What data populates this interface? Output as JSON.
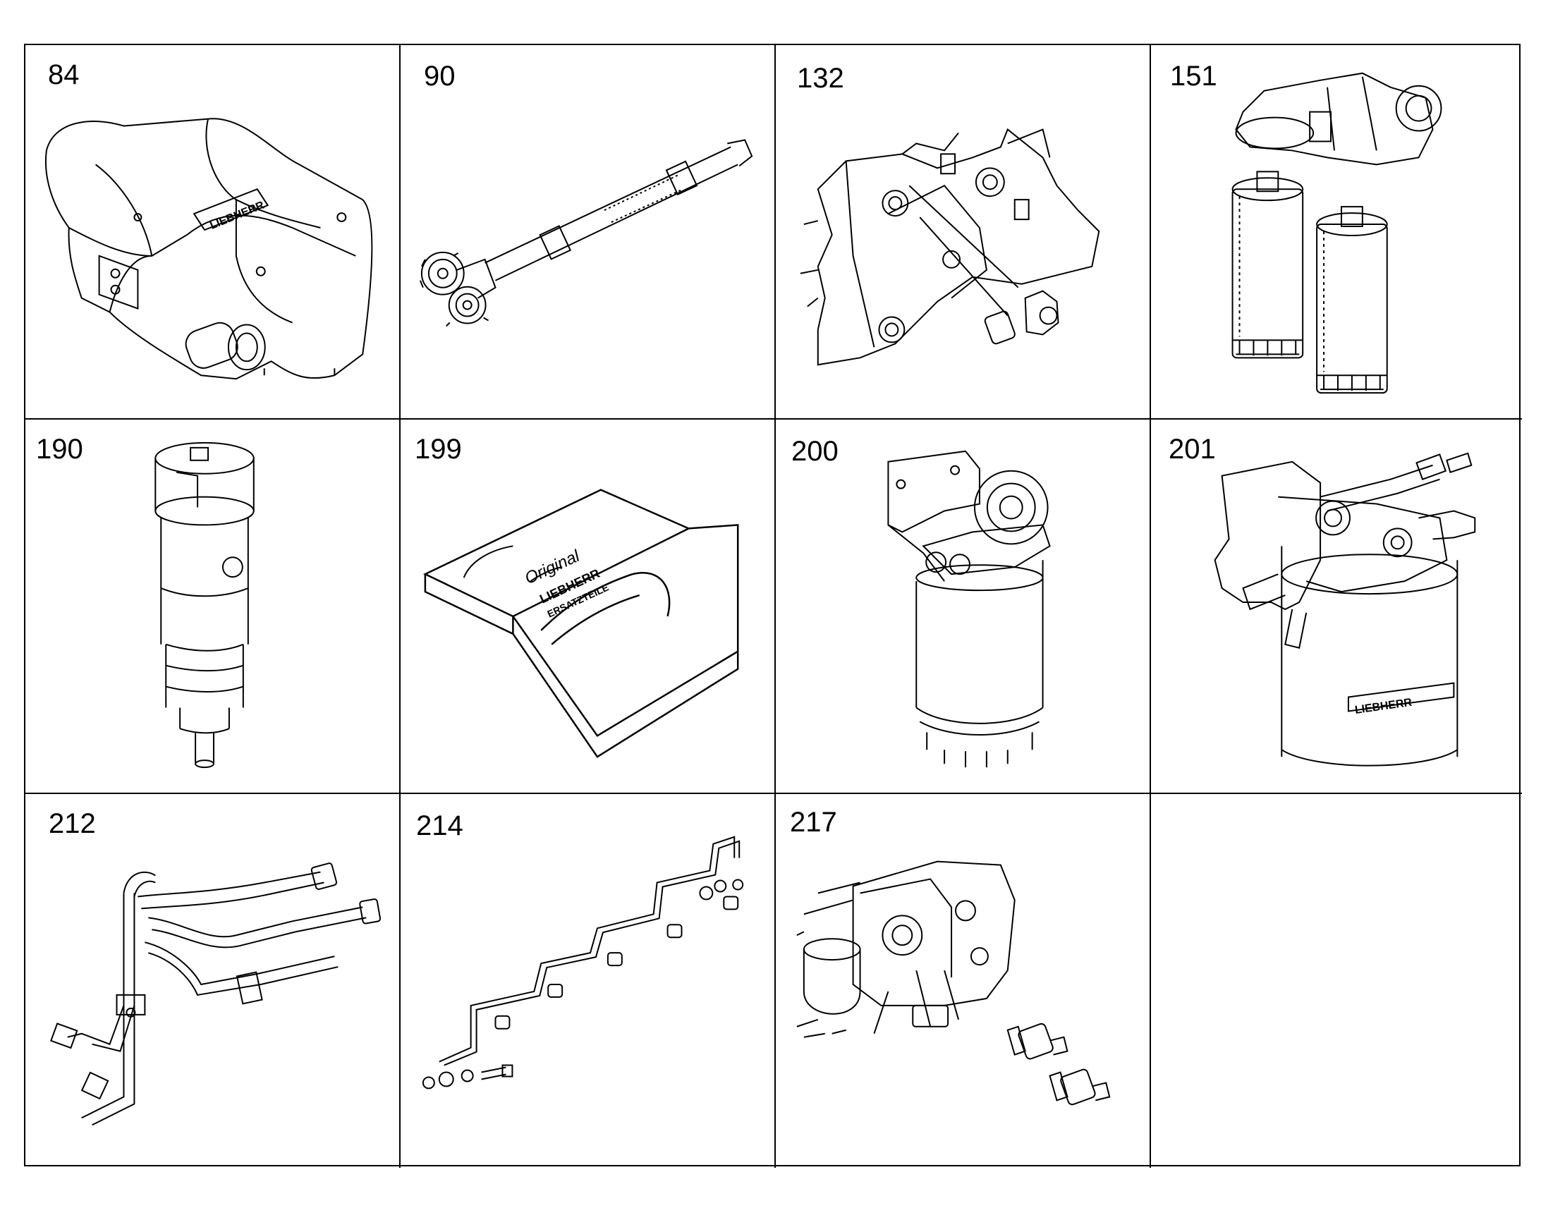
{
  "cells": [
    {
      "number": "84",
      "icon": "turbocharger-icon"
    },
    {
      "number": "90",
      "icon": "oil-pump-shaft-icon"
    },
    {
      "number": "132",
      "icon": "engine-block-plug-icon"
    },
    {
      "number": "151",
      "icon": "oil-filter-assembly-icon"
    },
    {
      "number": "190",
      "icon": "fuel-injector-icon"
    },
    {
      "number": "199",
      "icon": "gasket-kit-box-icon"
    },
    {
      "number": "200",
      "icon": "fuel-filter-icon"
    },
    {
      "number": "201",
      "icon": "fuel-filter-housing-icon"
    },
    {
      "number": "212",
      "icon": "fuel-lines-icon"
    },
    {
      "number": "214",
      "icon": "injection-line-set-icon"
    },
    {
      "number": "217",
      "icon": "fuel-pump-fittings-icon"
    },
    {
      "number": "",
      "icon": ""
    }
  ],
  "brand_text": "LIEBHERR",
  "box_text": [
    "Original",
    "LIEBHERR",
    "ERSATZTEILE"
  ]
}
